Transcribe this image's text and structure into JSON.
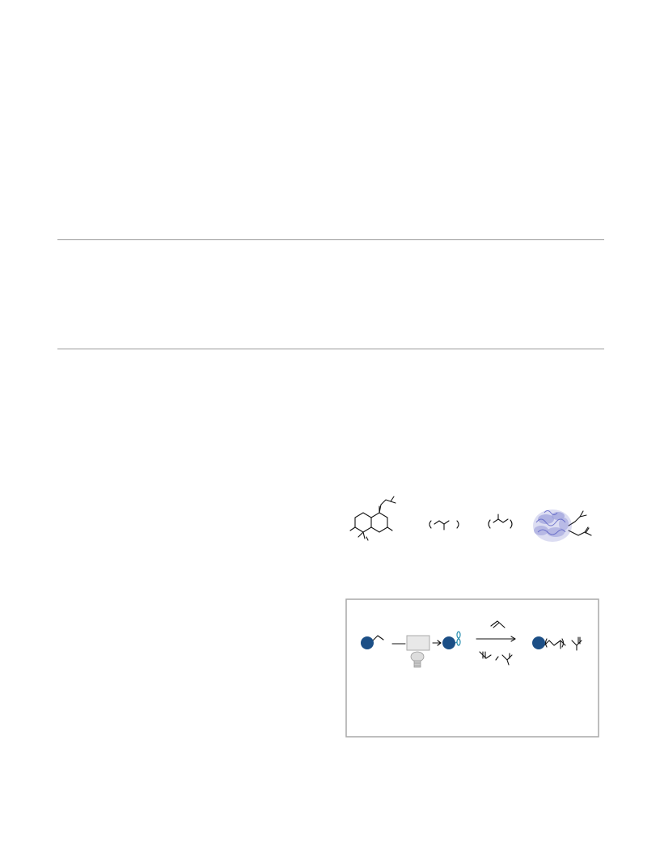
{
  "figures": [
    {
      "name": "natural-product-to-protein-figure",
      "items": [
        "terpene-structure",
        "isoprene-unit",
        "isoprenoid-unit",
        "prenylated-protein"
      ]
    },
    {
      "name": "protein-modification-scheme",
      "framed": true,
      "steps": [
        "protein-with-alkene",
        "photo-reaction",
        "protein-with-dithiol",
        "thiol-ene-reaction",
        "prenylated-protein-product"
      ],
      "colors": {
        "protein_sphere": "#1c4f86",
        "linker": "#2a8fb0",
        "protein_ribbon": "#7a7fcf",
        "frame": "#a9a9a9"
      }
    }
  ]
}
